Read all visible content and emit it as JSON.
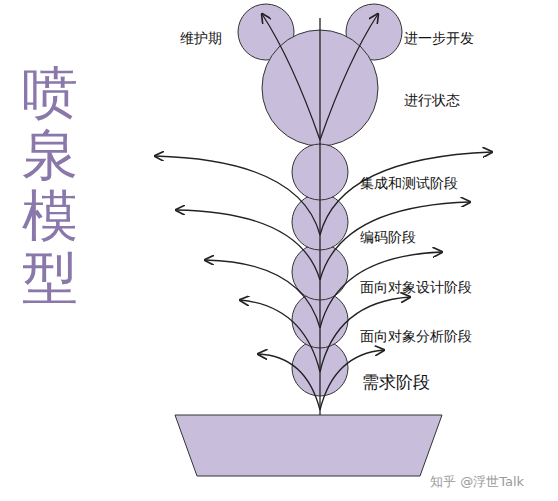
{
  "diagram": {
    "title": "喷泉模型",
    "labels": [
      "维护期",
      "进一步开发",
      "进行状态",
      "集成和测试阶段",
      "编码阶段",
      "面向对象设计阶段",
      "面向对象分析阶段",
      "需求阶段",
      "知乎 @浮世Talk"
    ]
  }
}
